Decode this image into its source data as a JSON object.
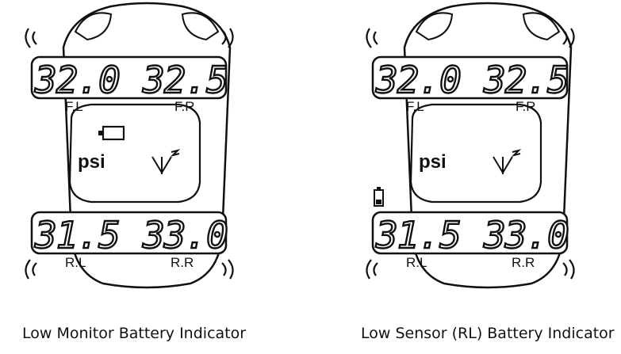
{
  "panels": [
    {
      "id": "monitor",
      "readings": {
        "fl": "32.0",
        "fr": "32.5",
        "rl": "31.5",
        "rr": "33.0"
      },
      "labels": {
        "fl": "F.L",
        "fr": "F.R",
        "rl": "R.L",
        "rr": "R.R"
      },
      "unit": "psi",
      "caption": "Low Monitor Battery Indicator",
      "icons": [
        "battery-low-icon",
        "antenna-signal-icon",
        "wave-fl-icon",
        "wave-fr-icon",
        "wave-rl-icon",
        "wave-rr-icon"
      ]
    },
    {
      "id": "sensor-rl",
      "readings": {
        "fl": "32.0",
        "fr": "32.5",
        "rl": "31.5",
        "rr": "33.0"
      },
      "labels": {
        "fl": "F.L",
        "fr": "F.R",
        "rl": "R.L",
        "rr": "R.R"
      },
      "unit": "psi",
      "caption": "Low Sensor (RL) Battery Indicator",
      "icons": [
        "sensor-battery-low-icon",
        "antenna-signal-icon",
        "wave-fl-icon",
        "wave-fr-icon",
        "wave-rl-icon",
        "wave-rr-icon"
      ]
    }
  ],
  "colors": {
    "line": "#111111",
    "background": "#ffffff"
  }
}
